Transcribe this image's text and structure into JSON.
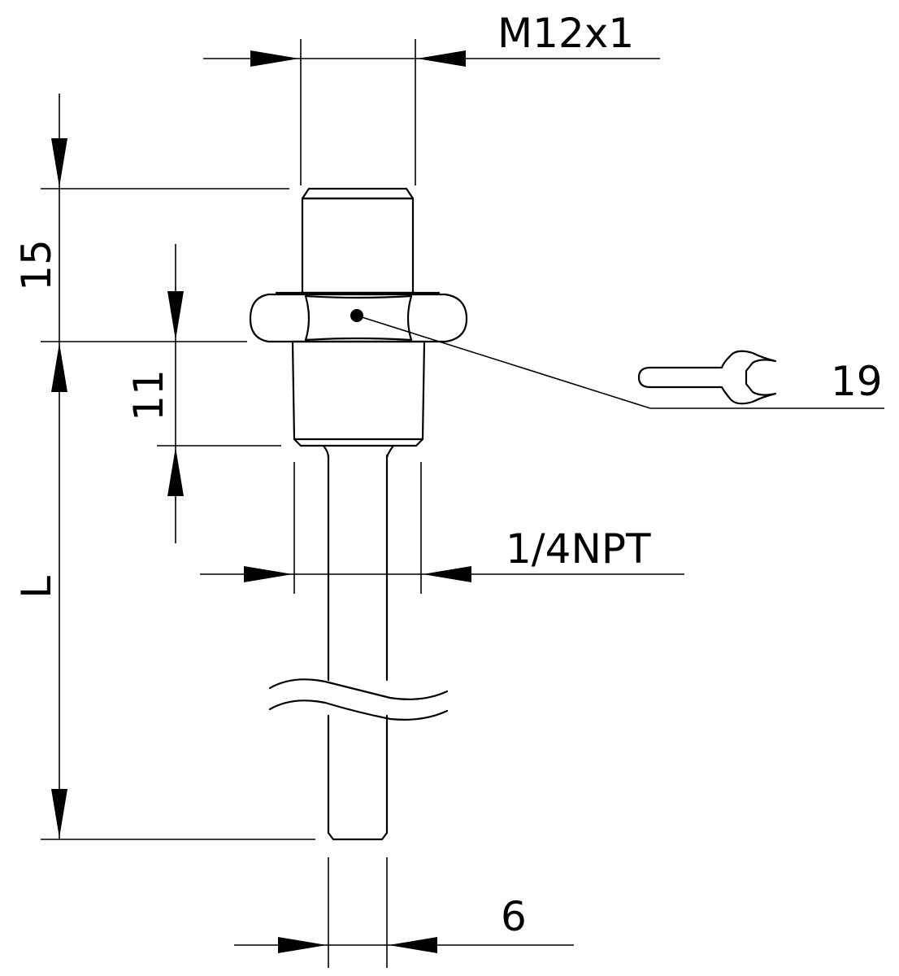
{
  "drawing": {
    "dimensions": {
      "thread_top": "M12x1",
      "length_top": "15",
      "thread_length": "11",
      "wrench_size": "19",
      "process_thread": "1/4NPT",
      "overall_length": "L",
      "probe_diameter": "6"
    },
    "colors": {
      "line": "#000000",
      "background": "#ffffff"
    }
  }
}
